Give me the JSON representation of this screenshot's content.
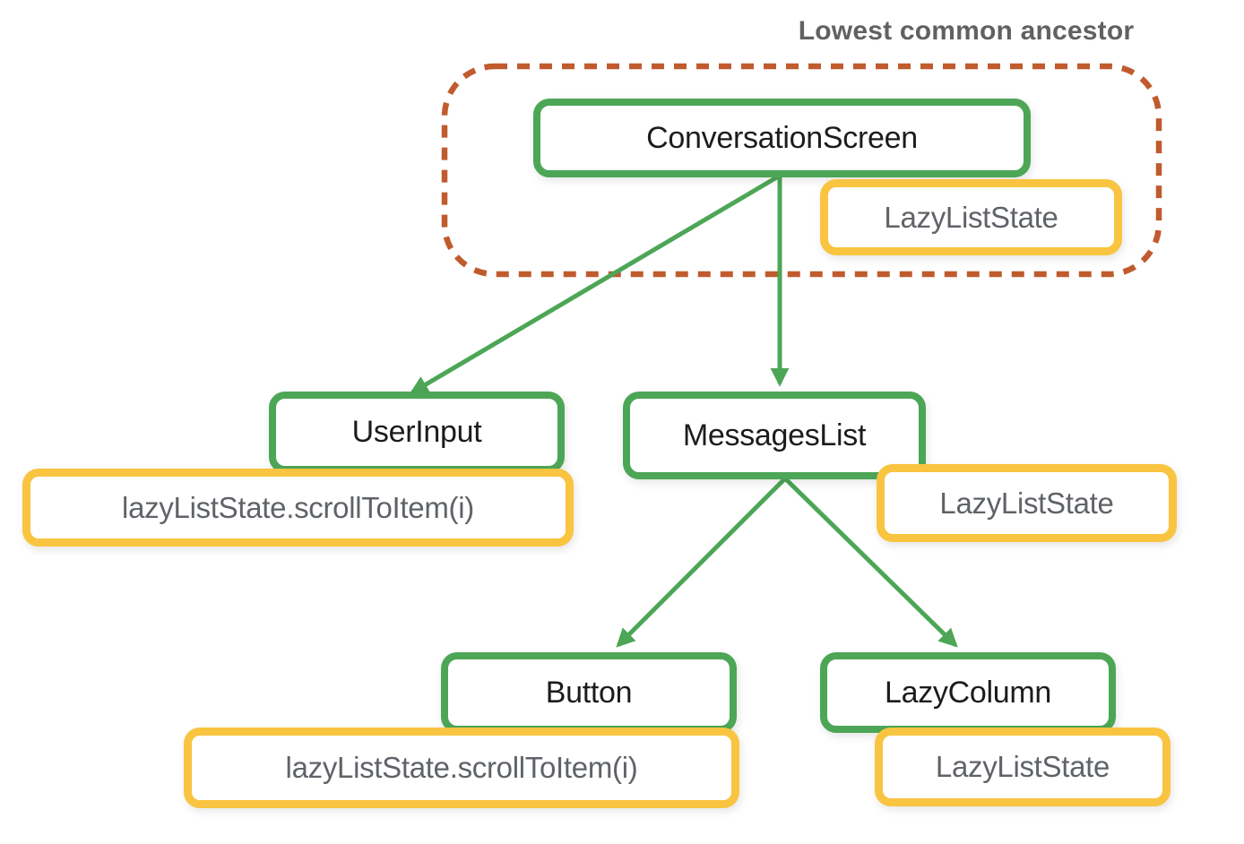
{
  "annotation": {
    "label": "Lowest common ancestor"
  },
  "tree": {
    "conversation_screen": {
      "label": "ConversationScreen",
      "state": "LazyListState"
    },
    "user_input": {
      "label": "UserInput",
      "state": "lazyListState.scrollToItem(i)"
    },
    "messages_list": {
      "label": "MessagesList",
      "state": "LazyListState"
    },
    "button": {
      "label": "Button",
      "state": "lazyListState.scrollToItem(i)"
    },
    "lazy_column": {
      "label": "LazyColumn",
      "state": "LazyListState"
    }
  },
  "edges": [
    {
      "from": "ConversationScreen",
      "to": "UserInput"
    },
    {
      "from": "ConversationScreen",
      "to": "MessagesList"
    },
    {
      "from": "MessagesList",
      "to": "Button"
    },
    {
      "from": "MessagesList",
      "to": "LazyColumn"
    }
  ],
  "colors": {
    "component_border": "#4CA656",
    "state_border": "#F9C440",
    "boundary_dash": "#C05B2E",
    "component_text": "#1c1c1c",
    "state_text": "#5f6368",
    "annotation_text": "#616161",
    "arrow": "#4CA656"
  }
}
